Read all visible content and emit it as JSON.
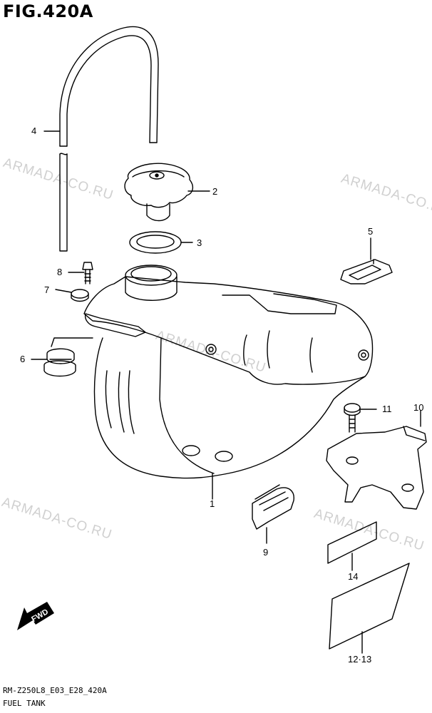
{
  "figure": {
    "title": "FIG.420A",
    "code": "RM-Z250L8_E03_E28_420A",
    "name": "FUEL TANK"
  },
  "watermark": "ARMADA-CO.RU",
  "direction_label": "FWD",
  "callouts": {
    "c1": "1",
    "c2": "2",
    "c3": "3",
    "c4": "4",
    "c5": "5",
    "c6": "6",
    "c7": "7",
    "c8": "8",
    "c9": "9",
    "c10": "10",
    "c11": "11",
    "c12_13": "12·13",
    "c14": "14"
  }
}
